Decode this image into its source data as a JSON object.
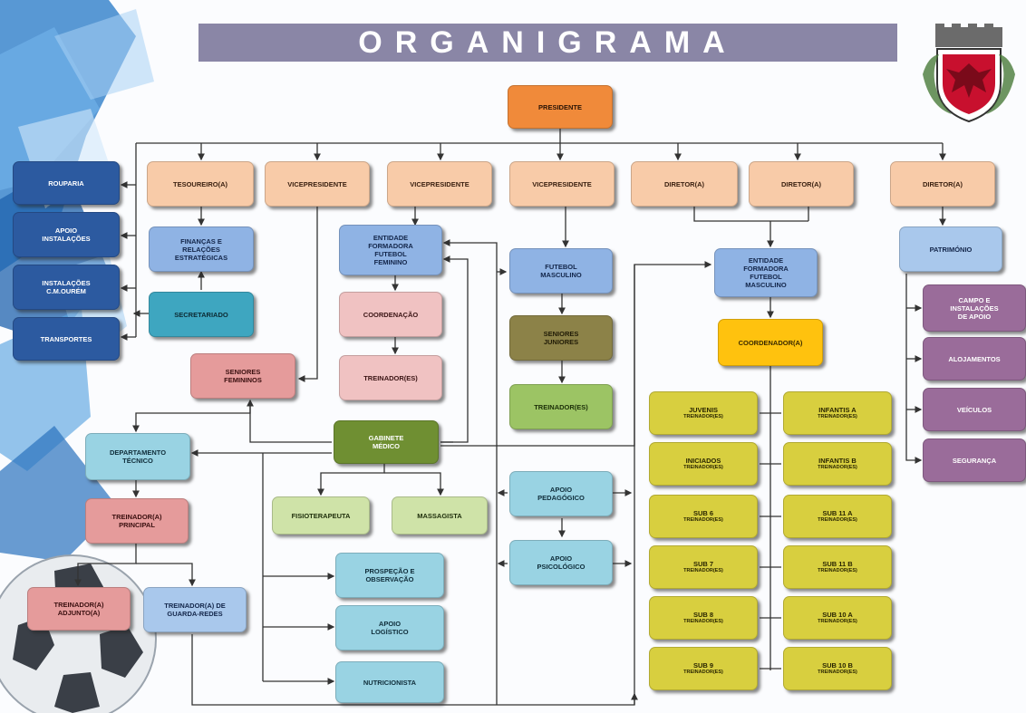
{
  "title": "ORGANIGRAMA",
  "crest": {
    "name": "municipal-crest",
    "colors": {
      "shield": "#c8102e",
      "bird": "#c8102e",
      "crown": "#555555"
    }
  },
  "colors": {
    "connector": "#333333",
    "background_accent": "#2f7cc2"
  },
  "nodes": {
    "presidente": "PRESIDENTE",
    "tesoureiro": "TESOUREIRO(A)",
    "vice1": "VICEPRESIDENTE",
    "vice2": "VICEPRESIDENTE",
    "vice3": "VICEPRESIDENTE",
    "diretor1": "DIRETOR(A)",
    "diretor2": "DIRETOR(A)",
    "diretor3": "DIRETOR(A)",
    "rouparia": "ROUPARIA",
    "apoio_instalacoes": "APOIO\nINSTALAÇÕES",
    "instalacoes_cm": "INSTALAÇÕES\nC.M.OURÉM",
    "transportes": "TRANSPORTES",
    "financas": "FINANÇAS E\nRELAÇÕES\nESTRATÉGICAS",
    "secretariado": "SECRETARIADO",
    "seniores_femininos": "SENIORES\nFEMININOS",
    "entidade_feminino": "ENTIDADE\nFORMADORA\nFUTEBOL\nFEMININO",
    "coordenacao": "COORDENAÇÃO",
    "treinador_fem": "TREINADOR(ES)",
    "futebol_masculino": "FUTEBOL\nMASCULINO",
    "seniores_juniores": "SENIORES\nJUNIORES",
    "treinador_masc": "TREINADOR(ES)",
    "entidade_masculino": "ENTIDADE\nFORMADORA\nFUTEBOL\nMASCULINO",
    "coordenador": "COORDENADOR(A)",
    "patrimonio": "PATRIMÓNIO",
    "campo": "CAMPO E\nINSTALAÇÕES\nDE APOIO",
    "alojamentos": "ALOJAMENTOS",
    "veiculos": "VEÍCULOS",
    "seguranca": "SEGURANÇA",
    "gabinete_medico": "GABINETE\nMÉDICO",
    "fisioterapeuta": "FISIOTERAPEUTA",
    "massagista": "MASSAGISTA",
    "departamento_tecnico": "DEPARTAMENTO\nTÉCNICO",
    "treinador_principal": "TREINADOR(A)\nPRINCIPAL",
    "treinador_adjunto": "TREINADOR(A)\nADJUNTO(A)",
    "treinador_gr": "TREINADOR(A) DE\nGUARDA-REDES",
    "prospecao": "PROSPEÇÃO E\nOBSERVAÇÃO",
    "apoio_logistico": "APOIO\nLOGÍSTICO",
    "nutricionista": "NUTRICIONISTA",
    "apoio_pedagogico": "APOIO\nPEDAGÓGICO",
    "apoio_psicologico": "APOIO\nPSICOLÓGICO"
  },
  "escaloes": {
    "left": [
      {
        "name": "JUVENIS",
        "sub": "TREINADOR(ES)"
      },
      {
        "name": "INICIADOS",
        "sub": "TREINADOR(ES)"
      },
      {
        "name": "SUB 6",
        "sub": "TREINADOR(ES)"
      },
      {
        "name": "SUB 7",
        "sub": "TREINADOR(ES)"
      },
      {
        "name": "SUB 8",
        "sub": "TREINADOR(ES)"
      },
      {
        "name": "SUB 9",
        "sub": "TREINADOR(ES)"
      }
    ],
    "right": [
      {
        "name": "INFANTIS A",
        "sub": "TREINADOR(ES)"
      },
      {
        "name": "INFANTIS B",
        "sub": "TREINADOR(ES)"
      },
      {
        "name": "SUB 11 A",
        "sub": "TREINADOR(ES)"
      },
      {
        "name": "SUB 11 B",
        "sub": "TREINADOR(ES)"
      },
      {
        "name": "SUB 10 A",
        "sub": "TREINADOR(ES)"
      },
      {
        "name": "SUB 10 B",
        "sub": "TREINADOR(ES)"
      }
    ]
  }
}
